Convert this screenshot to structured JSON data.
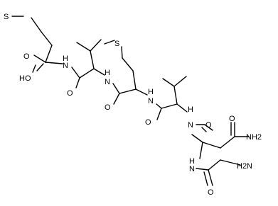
{
  "molecule": {
    "colors": {
      "bond": "#000000",
      "label": "#000000",
      "background": "#ffffff"
    },
    "labels": {
      "s1": "S",
      "s2": "S",
      "o_acid": "O",
      "oh_acid": "HO",
      "nh1": "H",
      "n1": "N",
      "o1": "O",
      "nh2": "H",
      "n2": "N",
      "o2": "O",
      "nh3": "H",
      "n3": "N",
      "o3": "O",
      "nh4": "H",
      "n4": "N",
      "o4": "O",
      "o_amide": "O",
      "nh2_amide": "NH2",
      "nh5": "H",
      "n5": "N",
      "o5": "O",
      "h2n_terminal": "H2N"
    }
  }
}
